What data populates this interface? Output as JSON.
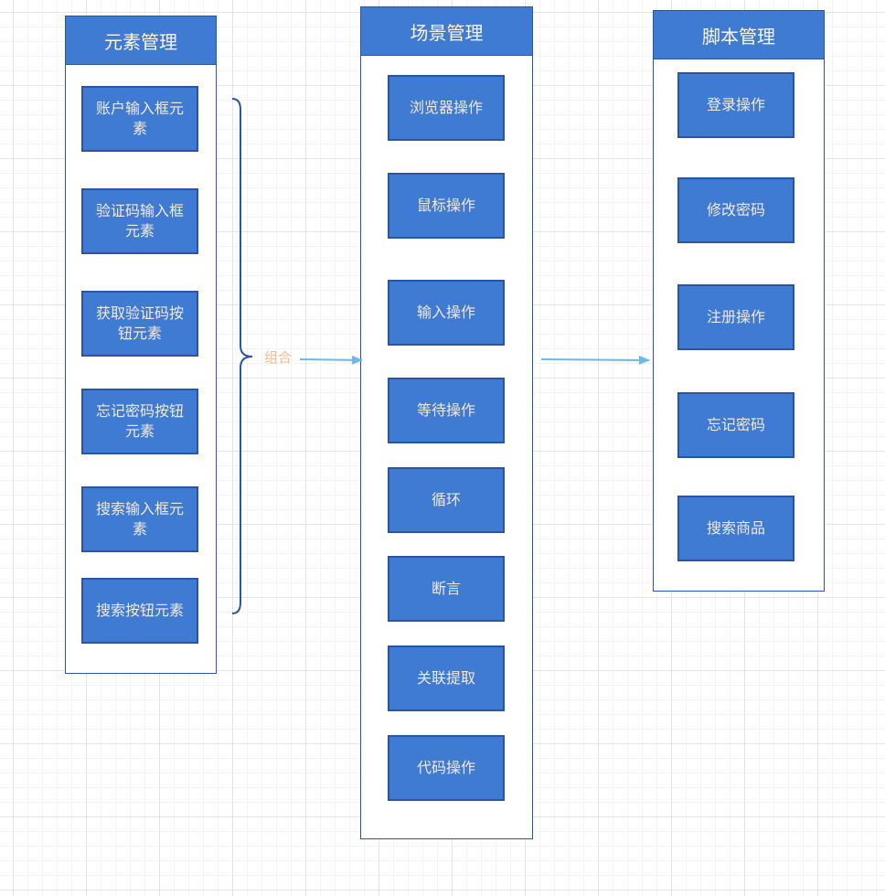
{
  "diagram": {
    "elements_panel": {
      "title": "元素管理",
      "items": [
        "账户输入框元素",
        "验证码输入框元素",
        "获取验证码按钮元素",
        "忘记密码按钮元素",
        "搜索输入框元素",
        "搜索按钮元素"
      ]
    },
    "scenes_panel": {
      "title": "场景管理",
      "items": [
        "浏览器操作",
        "鼠标操作",
        "输入操作",
        "等待操作",
        "循环",
        "断言",
        "关联提取",
        "代码操作"
      ]
    },
    "scripts_panel": {
      "title": "脚本管理",
      "items": [
        "登录操作",
        "修改密码",
        "注册操作",
        "忘记密码",
        "搜索商品"
      ]
    },
    "combine_label": "组合",
    "colors": {
      "node_fill": "#3f7bd3",
      "node_border": "#2a55a6",
      "node_text": "#f3e9da",
      "arrow": "#6bb8ec",
      "combine_label": "#f2bb93"
    }
  }
}
